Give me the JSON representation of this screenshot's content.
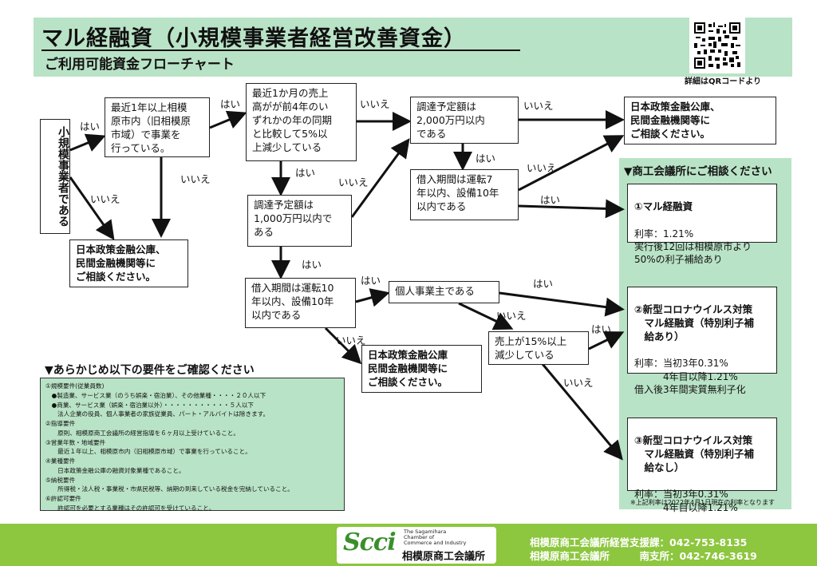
{
  "header": {
    "title": "マル経融資（小規模事業者経営改善資金）",
    "subtitle": "ご利用可能資金フローチャート",
    "qr_note": "詳細はQRコードより"
  },
  "flow": {
    "start": "小規模事業者である",
    "q_business_years": "最近1年以上相模\n原市内（旧相模原\n市域）で事業を\n行っている。",
    "q_sales_drop": "最近1か月の売上\n高がが前4年のい\nずれかの年の同期\nと比較して5%以\n上減少している",
    "q_2000": "調達予定額は\n2,000万円以内\nである",
    "q_period7": "借入期間は運転7\n年以内、設備10年\n以内である",
    "q_1000": "調達予定額は\n1,000万円以内で\nある",
    "q_period10": "借入期間は運転10\n年以内、設備10年\n以内である",
    "q_sole": "個人事業主である",
    "q_sales15": "売上が15%以上\n減少している",
    "consult_left": "日本政策金融公庫、\n民間金融機関等に\nご相談ください。",
    "consult_top": "日本政策金融公庫、\n民間金融機関等に\nご相談ください。",
    "consult_mid": "日本政策金融公庫\n民間金融機関等に\nご相談ください。"
  },
  "labels": {
    "yes": "はい",
    "no": "いいえ"
  },
  "panel": {
    "title": "▼商工会議所にご相談ください",
    "loan1_title": "①マル経融資",
    "loan1_text": "利率：1.21%\n実行後12回は相模原市より\n50%の利子補給あり",
    "loan2_title": "②新型コロナウイルス対策\n　マル経融資（特別利子補\n　給あり）",
    "loan2_text": "利率：当初3年0.31%\n　　　4年目以降1.21%\n借入後3年間実質無利子化",
    "loan3_title": "③新型コロナウイルス対策\n　マル経融資（特別利子補\n　給なし）",
    "loan3_text": "利率：当初3年0.31%\n　　　4年目以降1.21%",
    "rate_note": "※上記利率は2022年4月1日現在の利率となります"
  },
  "requirements": {
    "title": "▼あらかじめ以下の要件をご確認ください",
    "text": "①規模要件(従業員数)\n　●製造業、サービス業（のうち娯楽・宿泊業）、その他業種・・・・２０人以下\n　●商業、サービス業（娯楽・宿泊業以外）・・・・・・・・・・・５人以下\n　　法人企業の役員、個人事業者の家族従業員、パート・アルバイトは除きます。\n②指導要件\n　　原則、相模原商工会議所の経営指導を６ヶ月以上受けていること。\n③営業年数・地域要件\n　　最近１年以上、相模原市内（旧相模原市域）で事業を行っていること。\n④業種要件\n　　日本政策金融公庫の融資対象業種であること。\n⑤納税要件\n　　所得税・法人税・事業税・市県民税等、納期の到来している税金を完納していること。\n⑥許認可要件\n　　許認可を必要とする業種はその許認可を受けていること。"
  },
  "footer": {
    "logo_mark": "Scci",
    "logo_en": "The Sagamihara\nChamber of\nCommerce and Industry",
    "logo_ja": "相模原商工会議所",
    "contact1": "相模原商工会議所経営支援課：042-753-8135",
    "contact2": "相模原商工会議所　　　南支所：042-746-3619"
  },
  "colors": {
    "panel_green": "#b9e3c6",
    "footer_green": "#8dc63f",
    "logo_green": "#3a8f2c"
  }
}
